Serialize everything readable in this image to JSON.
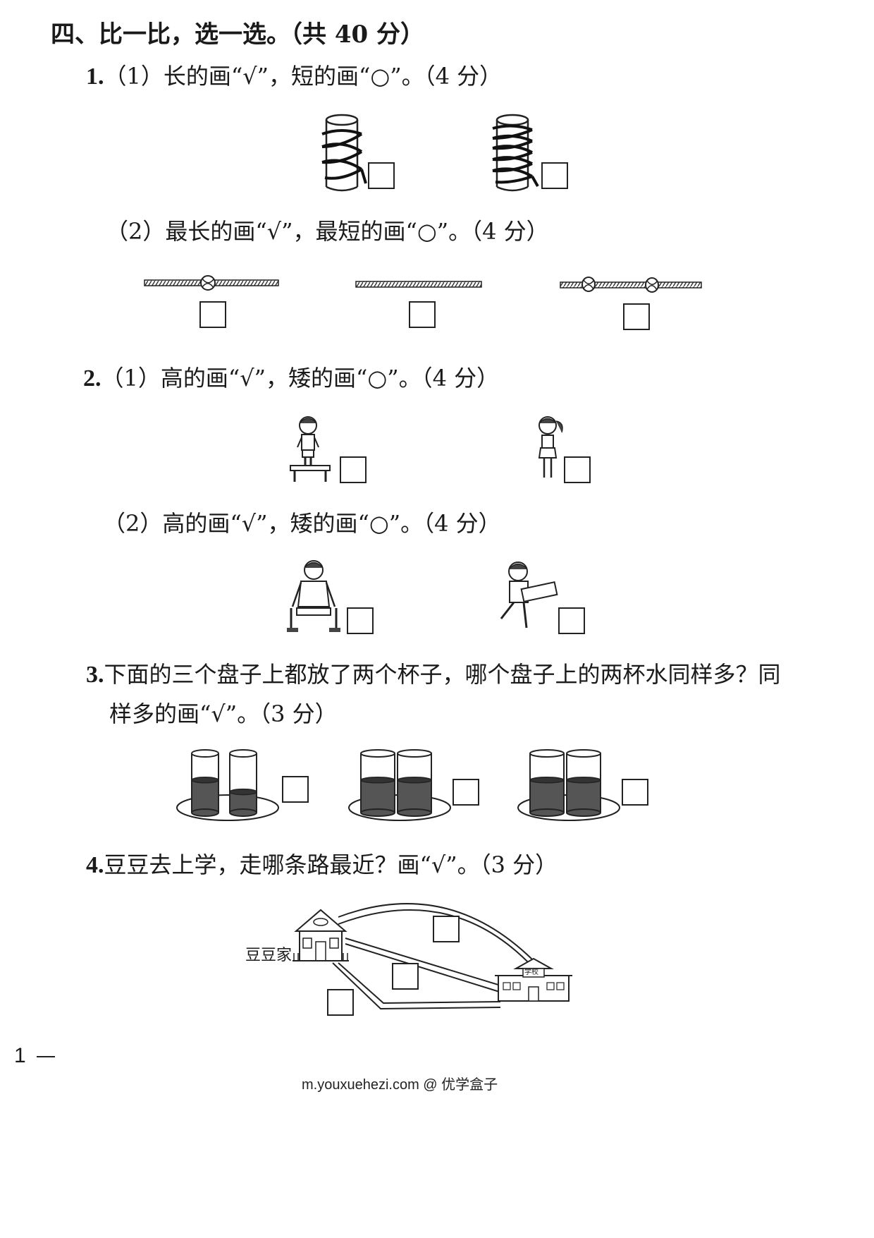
{
  "section": "四、比一比，选一选。（共 40 分）",
  "q1": {
    "num": "1.",
    "p1": "（1）长的画“√”，短的画“○”。（4 分）",
    "p2": "（2）最长的画“√”，最短的画“○”。（4 分）"
  },
  "q2": {
    "num": "2.",
    "p1": "（1）高的画“√”，矮的画“○”。（4 分）",
    "p2": "（2）高的画“√”，矮的画“○”。（4 分）"
  },
  "q3": {
    "num": "3.",
    "line1": "下面的三个盘子上都放了两个杯子，哪个盘子上的两杯水同样多？同",
    "line2": "样多的画“√”。（3 分）",
    "cups_water_level": [
      [
        0.55,
        0.35
      ],
      [
        0.55,
        0.55
      ],
      [
        0.55,
        0.55
      ]
    ]
  },
  "q4": {
    "num": "4.",
    "text": "豆豆去上学，走哪条路最近？画“√”。（3 分）",
    "home_label": "豆豆家",
    "school_sign": "学校"
  },
  "page_number": "1",
  "footer": "m.youxuehezi.com @ 优学盒子",
  "icons": [
    "spiral-rope-cylinder-icon",
    "knotted-rope-icon",
    "boy-on-bench-icon",
    "girl-icon",
    "sitting-man-icon",
    "boy-carrying-box-icon",
    "water-cup-icon",
    "house-icon",
    "school-icon"
  ]
}
